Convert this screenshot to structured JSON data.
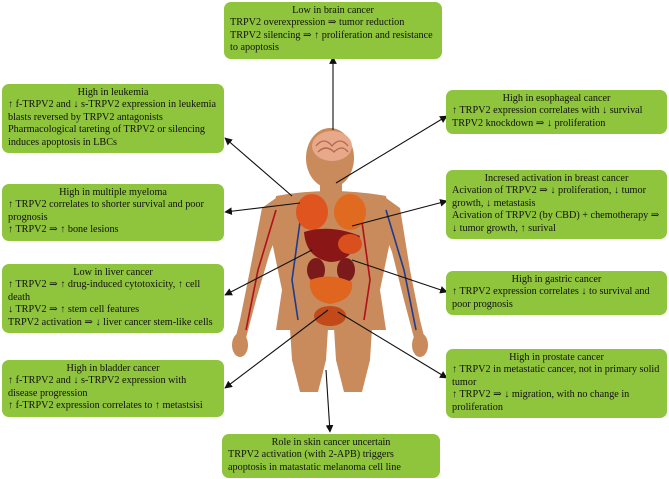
{
  "boxes": {
    "brain": {
      "title": "Low in brain cancer",
      "lines": [
        "TRPV2 overexpression ⇒ tumor reduction",
        "TRPV2 silencing ⇒ ↑ proliferation and resistance to apoptosis"
      ]
    },
    "leukemia": {
      "title": "High in leukemia",
      "lines": [
        "↑ f-TRPV2 and ↓ s-TRPV2 expression in leukemia blasts reversed by TRPV2 antagonists",
        "Pharmacological tareting of TRPV2 or silencing induces apoptosis in LBCs"
      ]
    },
    "myeloma": {
      "title": "High in multiple myeloma",
      "lines": [
        "↑ TRPV2 correlates to shorter survival and poor prognosis",
        "↑ TRPV2 ⇒ ↑ bone lesions"
      ]
    },
    "liver": {
      "title": "Low in liver cancer",
      "lines": [
        "↑ TRPV2 ⇒ ↑ drug-induced cytotoxicity, ↑ cell death",
        "↓ TRPV2 ⇒ ↑ stem cell features",
        "TRPV2 activation ⇒ ↓ liver cancer stem-like cells"
      ]
    },
    "bladder": {
      "title": "High in bladder cancer",
      "lines": [
        "↑ f-TRPV2 and ↓ s-TRPV2 expression with disease progression",
        "↑ f-TRPV2 expression correlates to ↑ metastsisi"
      ]
    },
    "skin": {
      "title": "Role in skin cancer uncertain",
      "lines": [
        "TRPV2 activation (with 2-APB) triggers apoptosis in matastatic melanoma cell line"
      ]
    },
    "esophageal": {
      "title": "High in esophageal cancer",
      "lines": [
        "↑ TRPV2 expression correlates with ↓ survival",
        "TRPV2 knockdown ⇒ ↓ proliferation"
      ]
    },
    "breast": {
      "title": "Incresed activation in breast cancer",
      "lines": [
        "Acivation of TRPV2 ⇒ ↓ proliferation, ↓ tumor growth, ↓ metastasis",
        "Acivation of TRPV2 (by CBD) + chemotherapy ⇒ ↓ tumor growth, ↑ surival"
      ]
    },
    "gastric": {
      "title": "High in gastric cancer",
      "lines": [
        "↑ TRPV2 expression correlates ↓ to survival and poor prognosis"
      ]
    },
    "prostate": {
      "title": "High in prostate cancer",
      "lines": [
        "↑ TRPV2 in metastatic cancer, not in primary solid tumor",
        "↑ TRPV2 ⇒ ↓ migration, with no change in proliferation"
      ]
    }
  },
  "colors": {
    "box": "#8fc43d",
    "arrow": "#111111",
    "skin": "#c98a5c",
    "organ": "#d9501e",
    "brain": "#e7a98a"
  }
}
